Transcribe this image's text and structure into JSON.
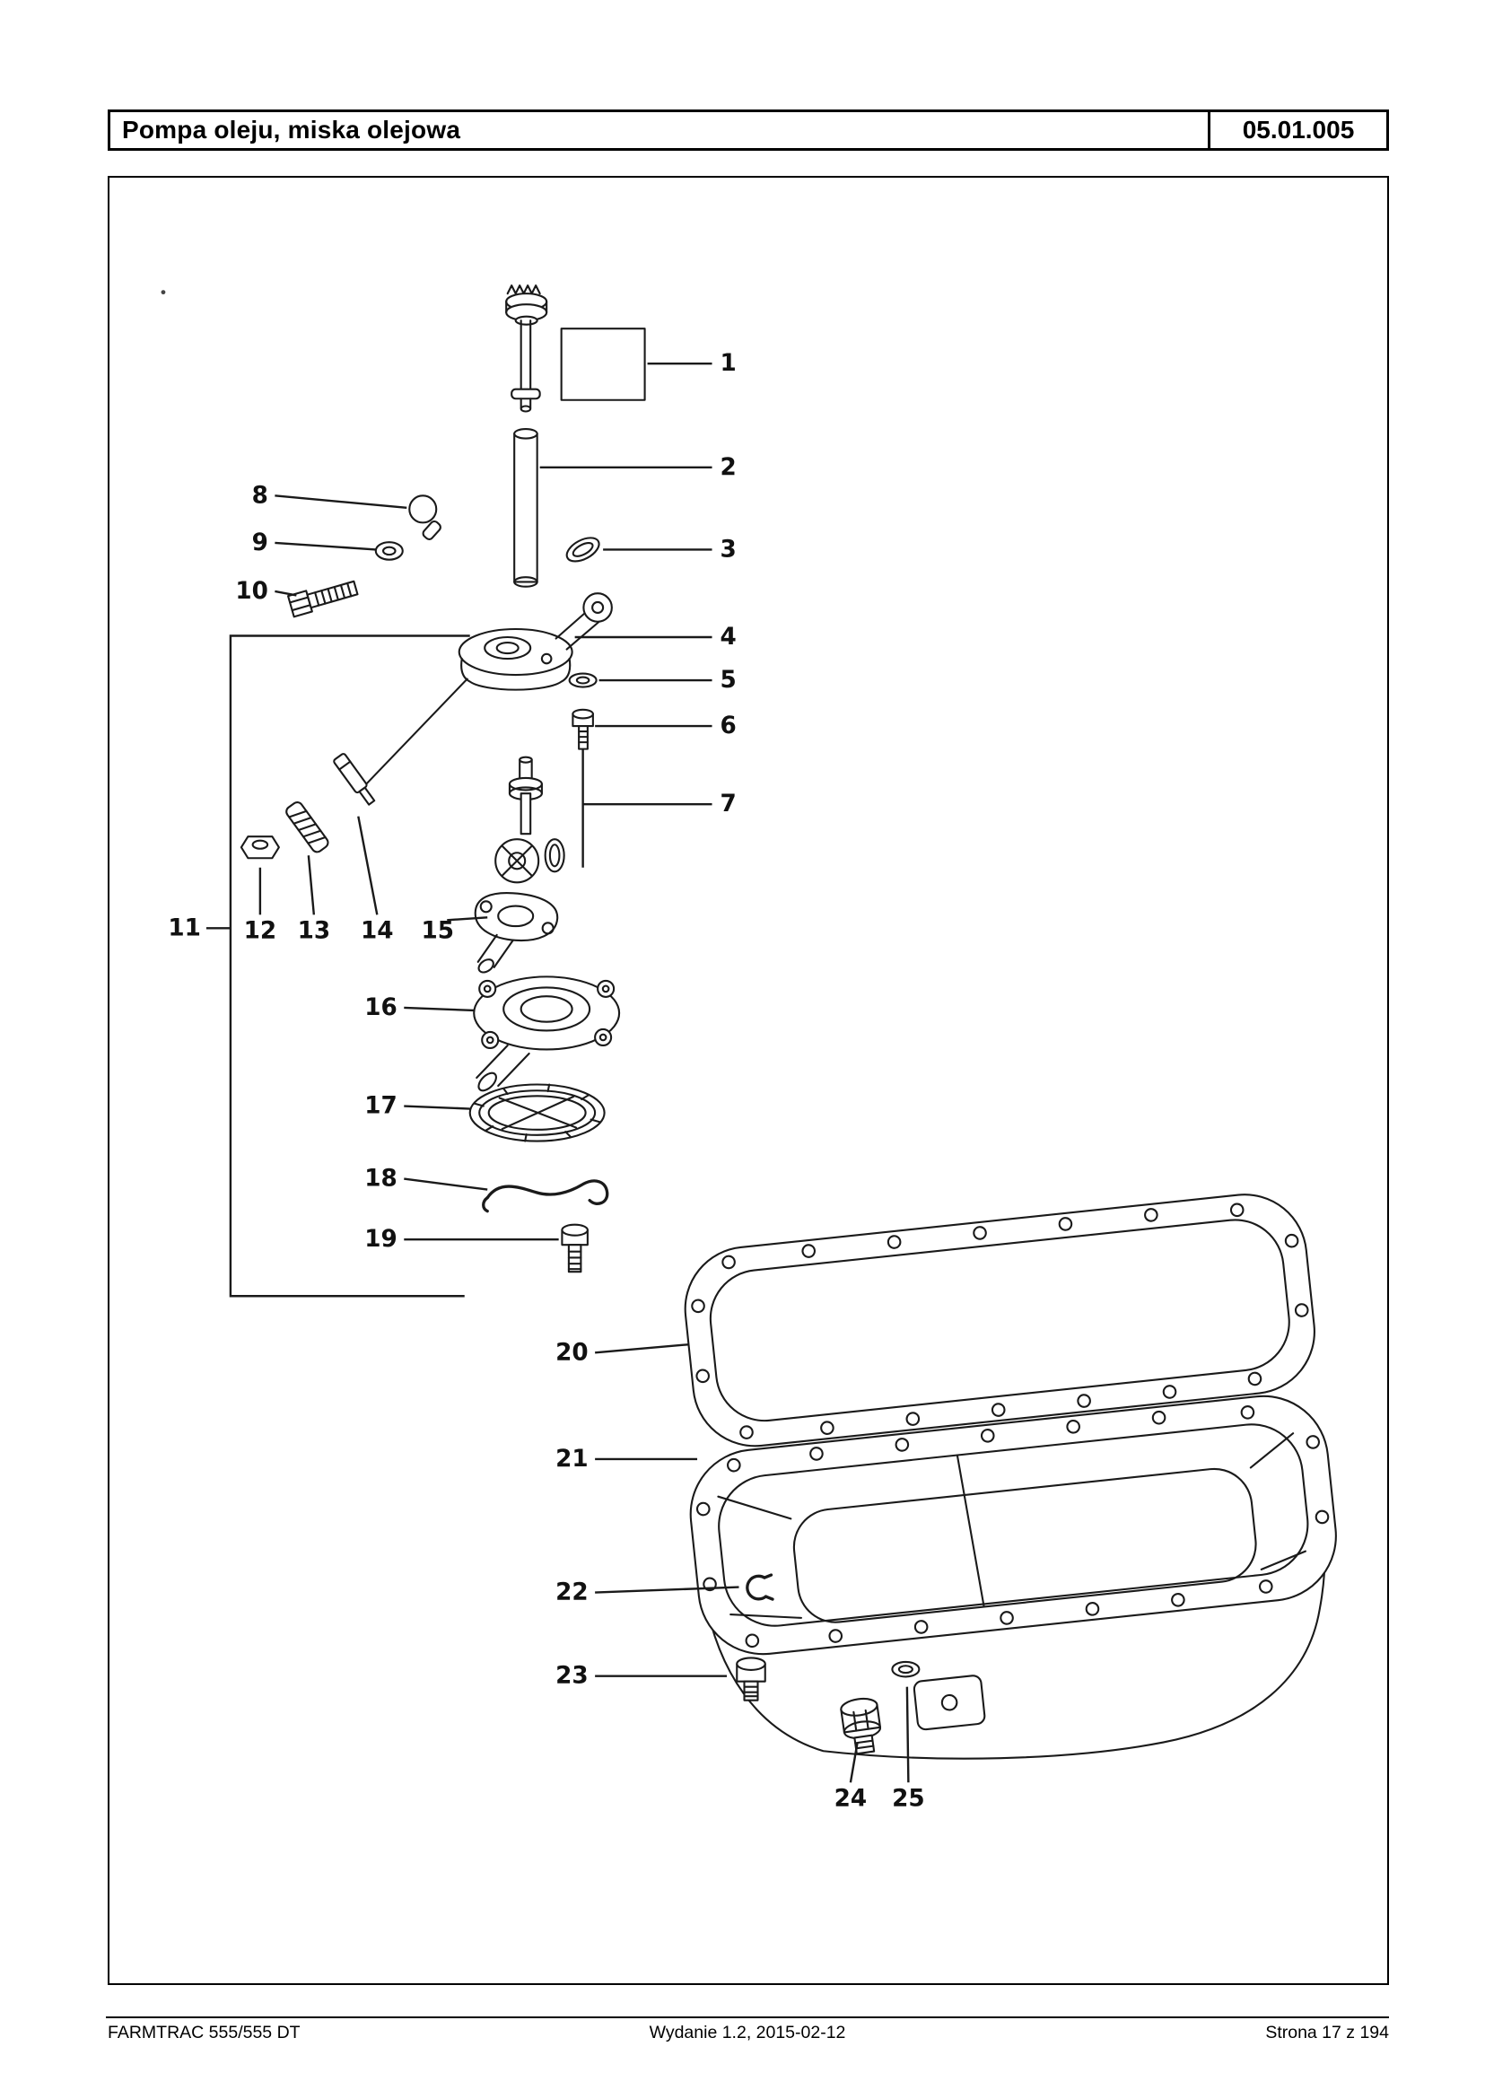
{
  "header": {
    "title": "Pompa oleju, miska olejowa",
    "code": "05.01.005"
  },
  "diagram": {
    "callouts": [
      "1",
      "2",
      "3",
      "4",
      "5",
      "6",
      "7",
      "8",
      "9",
      "10",
      "11",
      "12",
      "13",
      "14",
      "15",
      "16",
      "17",
      "18",
      "19",
      "20",
      "21",
      "22",
      "23",
      "24",
      "25"
    ]
  },
  "footer": {
    "left": "FARMTRAC 555/555 DT",
    "center": "Wydanie 1.2,  2015-02-12",
    "right": "Strona 17 z 194"
  }
}
